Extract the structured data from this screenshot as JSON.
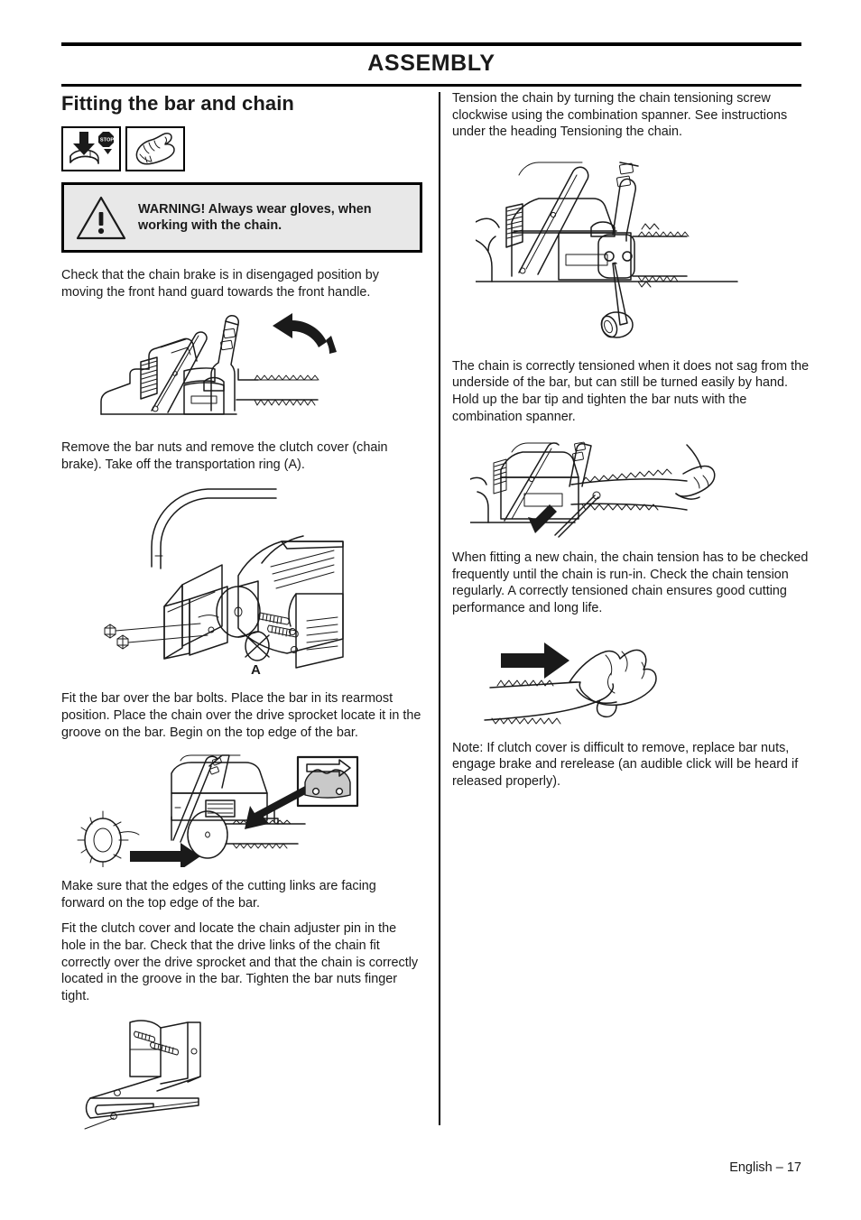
{
  "document": {
    "chapter_title": "ASSEMBLY",
    "footer": "English – 17"
  },
  "left_column": {
    "section_title": "Fitting the bar and chain",
    "pictograms": [
      {
        "name": "stop-switch-icon",
        "alt": "Press down stop switch"
      },
      {
        "name": "glove-icon",
        "alt": "Wear protective gloves"
      }
    ],
    "warning": {
      "icon": "warning-triangle-icon",
      "text": "WARNING! Always wear gloves, when working with the chain."
    },
    "paragraphs": [
      "Check that the chain brake is in disengaged position by moving the front hand guard towards the front handle.",
      "Remove the bar nuts and remove the clutch cover (chain brake). Take off the transportation ring (A).",
      "Fit the bar over the bar bolts. Place the bar in its rearmost position. Place the chain over the drive sprocket locate it in the groove on the bar. Begin on the top edge of the bar.",
      "Make sure that the edges of the cutting links are facing forward on the top edge of the bar.",
      "Fit the clutch cover and locate the chain adjuster pin in the hole in the bar. Check that the drive links of the chain fit correctly over the drive sprocket and that the chain is correctly located in the groove in the bar. Tighten the bar nuts finger tight."
    ],
    "figures": [
      {
        "name": "figure-chain-brake-disengage",
        "caption": ""
      },
      {
        "name": "figure-remove-clutch-cover",
        "caption": "",
        "callout": "A"
      },
      {
        "name": "figure-fit-bar-and-chain",
        "caption": ""
      },
      {
        "name": "figure-clutch-cover-adjuster-pin",
        "caption": ""
      }
    ]
  },
  "right_column": {
    "paragraphs": [
      "Tension the chain by turning the chain tensioning screw clockwise using the combination spanner. See instructions under the heading Tensioning the chain.",
      "The chain is correctly tensioned when it does not sag from the underside of the bar, but can still be turned easily by hand. Hold up the bar tip and tighten the bar nuts with the combination spanner.",
      "When fitting a new chain, the chain tension has to be checked frequently until the chain is run-in. Check the chain tension regularly. A correctly tensioned chain ensures good cutting performance and long life.",
      "Note: If clutch cover is difficult to remove, replace bar nuts, engage brake and rerelease (an audible click will be heard if released properly)."
    ],
    "figures": [
      {
        "name": "figure-tensioning-screw",
        "caption": ""
      },
      {
        "name": "figure-tighten-bar-nuts",
        "caption": ""
      },
      {
        "name": "figure-check-chain-sag",
        "caption": ""
      }
    ]
  },
  "colors": {
    "text": "#1a1a1a",
    "warning_background": "#e8e8e8",
    "rule": "#000000",
    "inset_fill": "#c9c9c9"
  }
}
